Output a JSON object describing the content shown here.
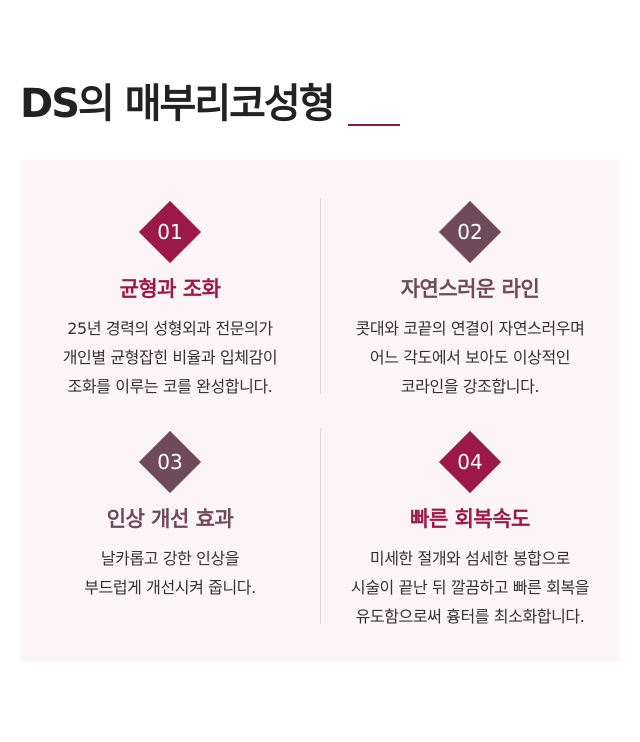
{
  "header": {
    "title": "DS의 매부리코성형"
  },
  "colors": {
    "accent_wine": "#9b1848",
    "accent_mauve": "#6f4a5a",
    "panel_bg": "#fcf5f7"
  },
  "cards": [
    {
      "number": "01",
      "title": "균형과 조화",
      "lines": [
        "25년 경력의 성형외과 전문의가",
        "개인별 균형잡힌 비율과 입체감이",
        "조화를 이루는 코를 완성합니다."
      ],
      "badge_color": "#9b1848",
      "title_color": "#9b1848"
    },
    {
      "number": "02",
      "title": "자연스러운 라인",
      "lines": [
        "콧대와 코끝의 연결이 자연스러우며",
        "어느 각도에서 보아도 이상적인",
        "코라인을 강조합니다."
      ],
      "badge_color": "#6f4a5a",
      "title_color": "#6f4a5a"
    },
    {
      "number": "03",
      "title": "인상 개선 효과",
      "lines": [
        "날카롭고 강한 인상을",
        "부드럽게 개선시켜 줍니다."
      ],
      "badge_color": "#6f4a5a",
      "title_color": "#6f4a5a"
    },
    {
      "number": "04",
      "title": "빠른 회복속도",
      "lines": [
        "미세한 절개와 섬세한 봉합으로",
        "시술이 끝난 뒤 깔끔하고 빠른 회복을",
        "유도함으로써 흉터를 최소화합니다."
      ],
      "badge_color": "#9b1848",
      "title_color": "#9b1848"
    }
  ]
}
